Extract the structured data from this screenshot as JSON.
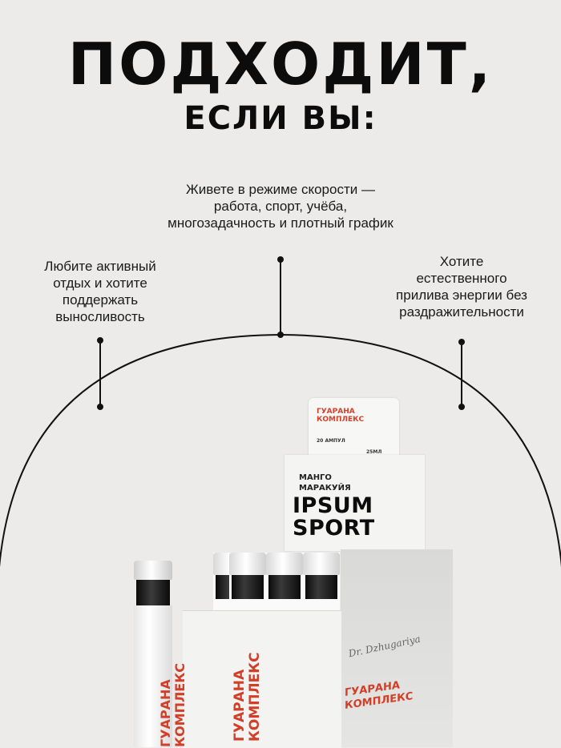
{
  "header": {
    "line1": "ПОДХОДИТ,",
    "line2": "ЕСЛИ ВЫ:"
  },
  "benefits": {
    "top": "Живете в режиме скорости —\nработа, спорт, учёба,\nмногозадачность и плотный график",
    "left": "Любите активный\nотдых и хотите\nподдержать\nвыносливость",
    "right": "Хотите\nестественного\nприлива энергии без\nраздражительности"
  },
  "product": {
    "card_title": "ГУАРАНА\nКОМПЛЕКС",
    "card_count": "20 АМПУЛ",
    "card_volume": "25МЛ",
    "flavor": "МАНГО\nМАРАКУЙЯ",
    "brand": "IPSUM\nSPORT",
    "box_label": "ГУАРАНА\nКОМПЛЕКС",
    "vial_label": "ГУАРАНА\nКОМПЛЕКС",
    "signature": "Dr. Dzhugariya"
  },
  "colors": {
    "background": "#ecebea",
    "accent": "#d23e27",
    "text": "#111111"
  }
}
